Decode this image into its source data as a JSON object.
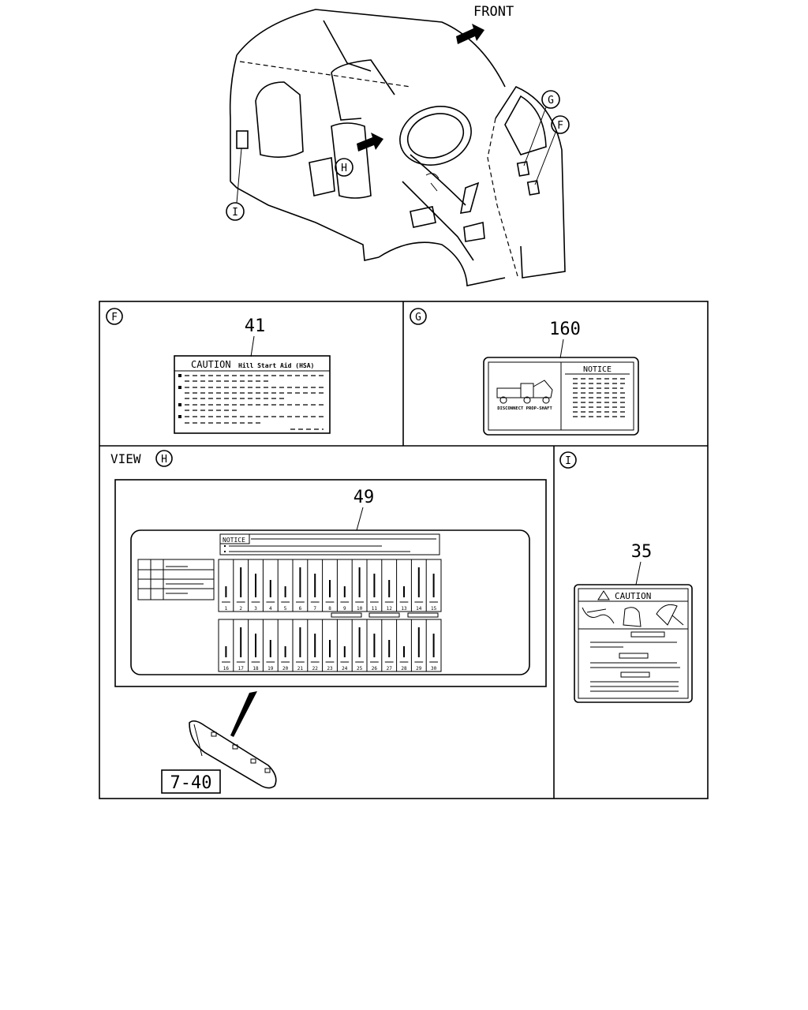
{
  "top": {
    "front_label": "FRONT",
    "callouts": {
      "g": "G",
      "f": "F",
      "h": "H",
      "i": "I"
    }
  },
  "panel_f": {
    "marker": "F",
    "part_no": "41",
    "label_title": "CAUTION",
    "label_sub": "Hill Start Aid (HSA)"
  },
  "panel_g": {
    "marker": "G",
    "part_no": "160",
    "label_title": "NOTICE",
    "caption": "DISCONNECT PROP-SHAFT"
  },
  "panel_h": {
    "view_label": "VIEW",
    "marker": "H",
    "part_no": "49",
    "label_title": "NOTICE",
    "fuse_numbers_top": [
      "1",
      "2",
      "3",
      "4",
      "5",
      "6",
      "7",
      "8",
      "9",
      "10",
      "11",
      "12",
      "13",
      "14",
      "15"
    ],
    "fuse_numbers_bottom": [
      "16",
      "17",
      "18",
      "19",
      "20",
      "21",
      "22",
      "23",
      "24",
      "25",
      "26",
      "27",
      "28",
      "29",
      "30"
    ],
    "ref_label": "7-40"
  },
  "panel_i": {
    "marker": "I",
    "part_no": "35",
    "label_title": "CAUTION"
  }
}
